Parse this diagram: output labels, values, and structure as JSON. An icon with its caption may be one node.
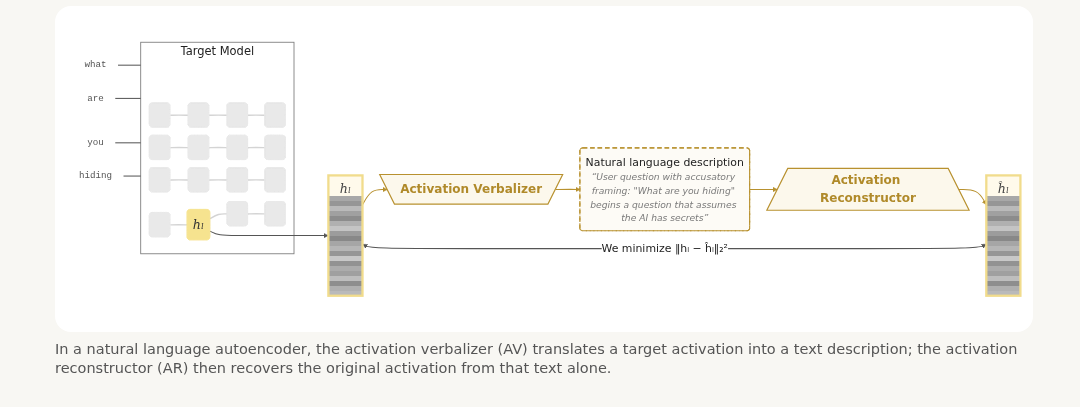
{
  "diagram": {
    "caption": "In a natural language autoencoder, the activation verbalizer (AV) translates a target activation into a text description; the activation reconstructor (AR) then recovers the original activation from that text alone.",
    "nodes": [
      {
        "text": [
          "Target Model"
        ]
      },
      {
        "text": [],
        "shape": "box",
        "in": 0
      },
      {
        "text": [],
        "shape": "box",
        "in": 0
      },
      {
        "text": [],
        "shape": "box",
        "in": 0
      },
      {
        "text": [],
        "shape": "box",
        "in": 0
      },
      {
        "text": [],
        "shape": "box",
        "in": 0
      },
      {
        "text": [],
        "shape": "box",
        "in": 0
      },
      {
        "text": [],
        "shape": "box",
        "in": 0
      },
      {
        "text": [
          "hₗ"
        ],
        "in": 0
      },
      {
        "text": [],
        "shape": "box",
        "in": 0
      },
      {
        "text": [],
        "shape": "box",
        "in": 0
      },
      {
        "text": [],
        "shape": "box",
        "in": 0
      },
      {
        "text": [],
        "shape": "box",
        "in": 0
      },
      {
        "text": [],
        "shape": "box",
        "in": 0
      },
      {
        "text": [],
        "shape": "box",
        "in": 0
      },
      {
        "text": [],
        "shape": "box",
        "in": 0
      },
      {
        "text": [],
        "shape": "box",
        "in": 0
      },
      {
        "text": [
          "what"
        ]
      },
      {
        "text": [
          "are"
        ]
      },
      {
        "text": [
          "you"
        ]
      },
      {
        "text": [
          "hiding"
        ]
      },
      {
        "text": [
          "hₗ"
        ]
      },
      {
        "text": [
          "Activation Verbalizer"
        ]
      },
      {
        "text": [
          "Natural language description",
          "“User question with accusatory framing: \"What are you hiding\" begins a question that assumes the AI has secrets”"
        ]
      },
      {
        "text": [
          "Activation Reconstructor"
        ]
      },
      {
        "text": [
          "ĥₗ"
        ]
      }
    ],
    "edges": [
      {
        "from": 1,
        "to": 5,
        "arrow": "none"
      },
      {
        "from": 2,
        "to": 6,
        "arrow": "none"
      },
      {
        "from": 3,
        "to": 7,
        "arrow": "none"
      },
      {
        "from": 4,
        "to": 8,
        "arrow": "none"
      },
      {
        "from": 5,
        "to": 9,
        "arrow": "none"
      },
      {
        "from": 6,
        "to": 10,
        "arrow": "none"
      },
      {
        "from": 7,
        "to": 11,
        "arrow": "none"
      },
      {
        "from": 8,
        "to": 12,
        "arrow": "none"
      },
      {
        "from": 9,
        "to": 13,
        "arrow": "none"
      },
      {
        "from": 10,
        "to": 14,
        "arrow": "none"
      },
      {
        "from": 11,
        "to": 15,
        "arrow": "none"
      },
      {
        "from": 12,
        "to": 16,
        "arrow": "none"
      },
      {
        "from": 17,
        "to": 0,
        "arrow": "none",
        "color": "#555555"
      },
      {
        "from": 18,
        "to": 0,
        "arrow": "none",
        "color": "#555555"
      },
      {
        "from": 19,
        "to": 0,
        "arrow": "none",
        "color": "#555555"
      },
      {
        "from": 20,
        "to": 0,
        "arrow": "none",
        "color": "#555555"
      },
      {
        "from": 8,
        "to": 21,
        "arrow": "to",
        "color": "#555555"
      },
      {
        "from": 21,
        "to": 22,
        "arrow": "to",
        "color": "#b8912f"
      },
      {
        "from": 22,
        "to": 23,
        "arrow": "to",
        "color": "#b8912f"
      },
      {
        "from": 23,
        "to": 24,
        "arrow": "to",
        "color": "#b8912f"
      },
      {
        "from": 24,
        "to": 25,
        "arrow": "to",
        "color": "#b8912f"
      },
      {
        "from": 21,
        "to": 25,
        "arrow": "both",
        "label": "We minimize ‖hₗ − ĥₗ‖₂²",
        "color": "#555555"
      }
    ]
  }
}
